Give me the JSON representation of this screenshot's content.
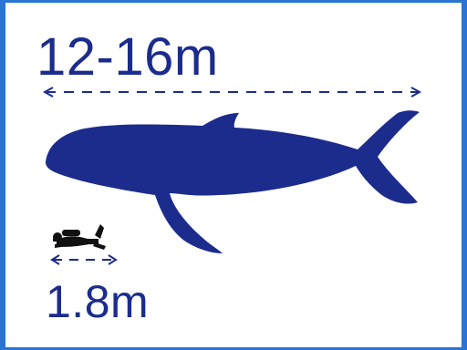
{
  "colors": {
    "ink": "#1b2c8c",
    "border": "#2b74d4"
  },
  "whale": {
    "length_label": "12-16m",
    "icon": "humpback-whale-silhouette"
  },
  "diver": {
    "length_label": "1.8m",
    "icon": "scuba-diver-silhouette"
  }
}
